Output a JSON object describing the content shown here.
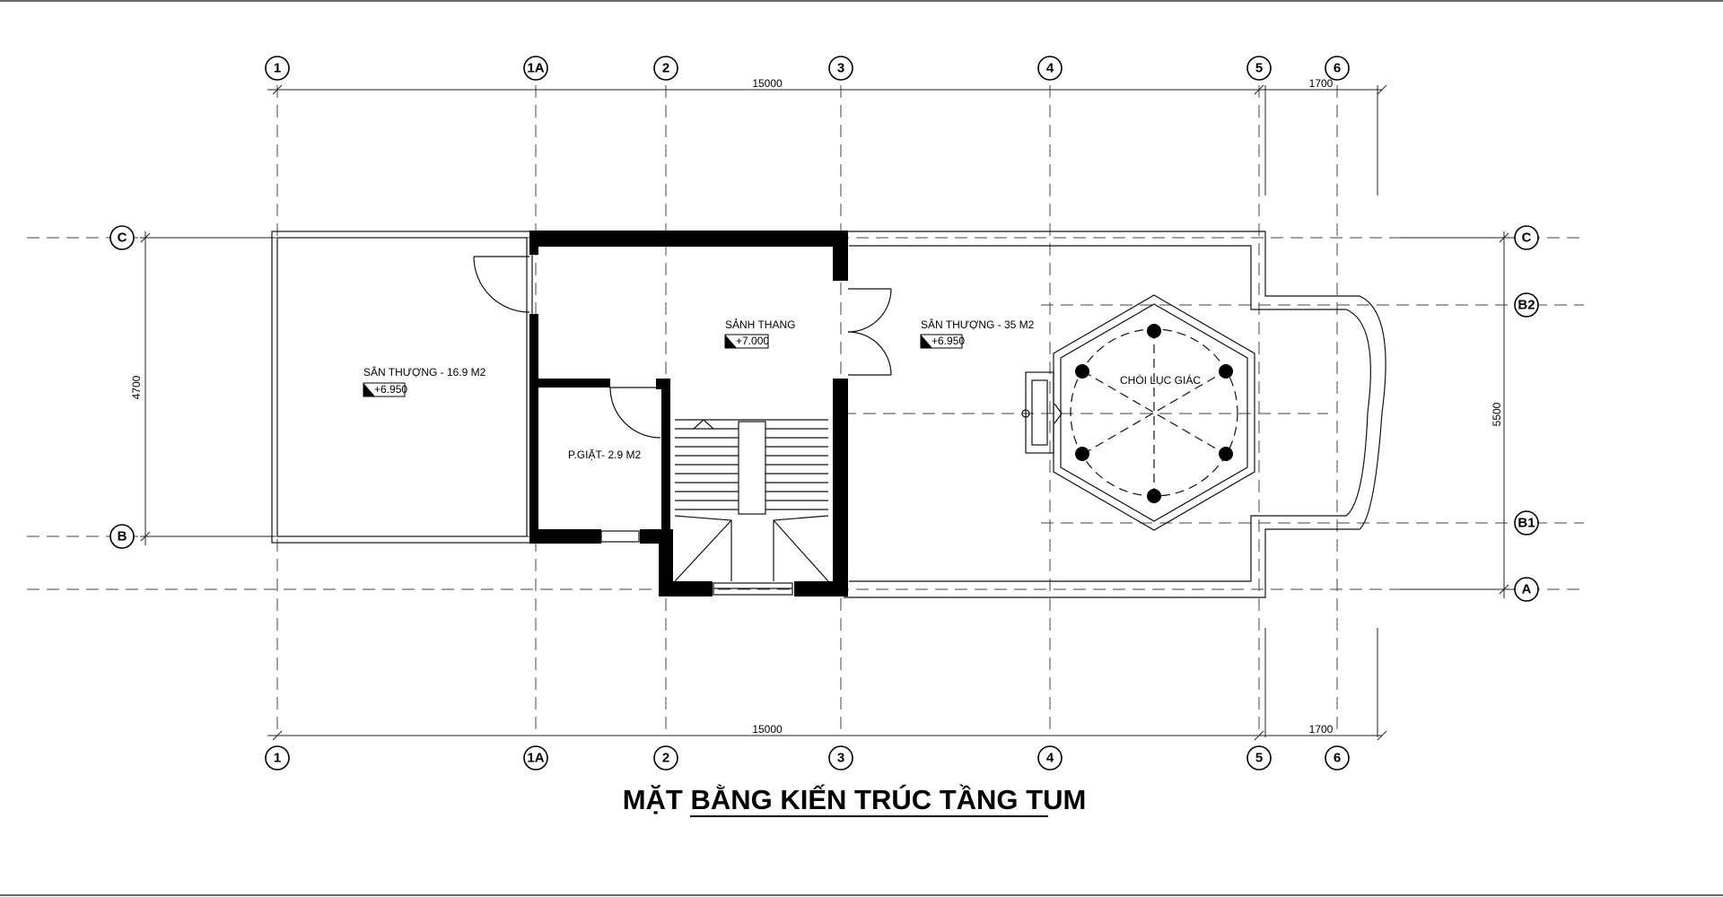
{
  "title": "MẶT BẰNG KIẾN TRÚC TẦNG TUM",
  "grid_columns": [
    "1",
    "1A",
    "2",
    "3",
    "4",
    "5",
    "6"
  ],
  "grid_rows_left": [
    "C",
    "B"
  ],
  "grid_rows_right": [
    "C",
    "B2",
    "B1",
    "A"
  ],
  "dimensions": {
    "top_main": "15000",
    "top_side": "1700",
    "bottom_main": "15000",
    "bottom_side": "1700",
    "left_vertical": "4700",
    "right_vertical": "5500"
  },
  "rooms": {
    "terrace_left": {
      "label": "SÂN THƯỢNG - 16.9 M2",
      "elevation": "+6.950"
    },
    "stair_hall": {
      "label": "SẢNH THANG",
      "elevation": "+7.000"
    },
    "laundry": {
      "label": "P.GIẶT- 2.9 M2"
    },
    "terrace_right": {
      "label": "SÂN THƯỢNG - 35 M2",
      "elevation": "+6.950"
    },
    "pavilion": {
      "label": "CHÒI LỤC GIÁC"
    }
  },
  "colors": {
    "line": "#000000",
    "grid": "#444444",
    "background": "#ffffff"
  }
}
